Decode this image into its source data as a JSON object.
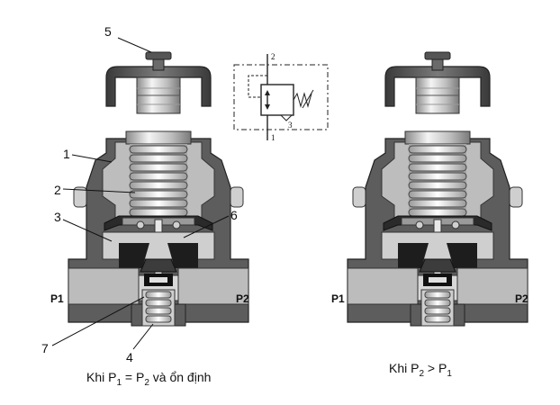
{
  "callouts": {
    "c1": "1",
    "c2": "2",
    "c3": "3",
    "c4": "4",
    "c5": "5",
    "c6": "6",
    "c7": "7"
  },
  "ports": {
    "left_in": "P1",
    "left_out": "P2",
    "right_in": "P1",
    "right_out": "P2"
  },
  "symbol": {
    "port_top": "2",
    "port_bottom": "1",
    "port_exhaust": "3"
  },
  "captions": {
    "left": {
      "a": "Khi P",
      "a_sub": "1",
      "b": " = P",
      "b_sub": "2",
      "c": " và ổn định"
    },
    "right": {
      "a": "Khi P",
      "a_sub": "2",
      "b": "  > P",
      "b_sub": "1"
    }
  }
}
